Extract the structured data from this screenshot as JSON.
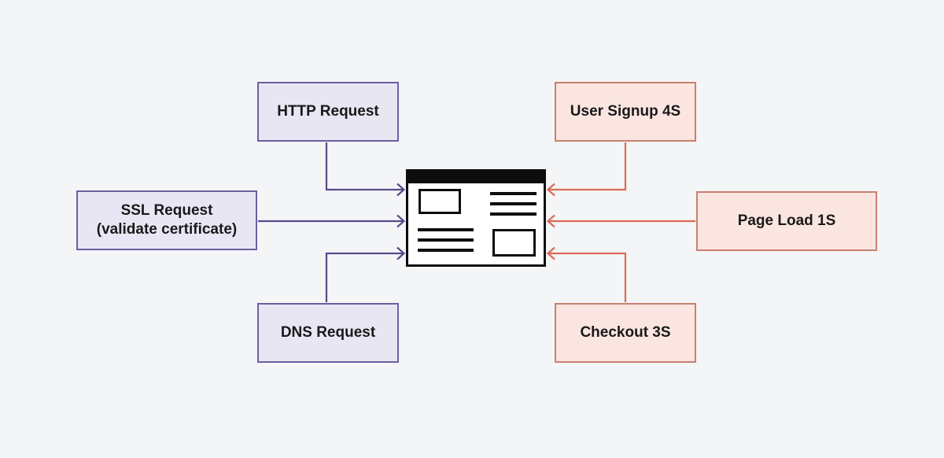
{
  "colors": {
    "background": "#f4f5f7",
    "text": "#191919",
    "purple-fill": "#e9e6f3",
    "purple-border": "#6c5fa0",
    "purple-line": "#584c8a",
    "pink-fill": "#fbe5e1",
    "pink-border": "#c9806f",
    "pink-line": "#d96b58",
    "icon-black": "#0d0d0d",
    "icon-bg": "#ffffff"
  },
  "diagram": {
    "center_icon": "browser-window-icon",
    "left_nodes": [
      {
        "id": "http-request",
        "label": "HTTP Request"
      },
      {
        "id": "ssl-request",
        "label": "SSL Request\n(validate certificate)"
      },
      {
        "id": "dns-request",
        "label": "DNS Request"
      }
    ],
    "right_nodes": [
      {
        "id": "user-signup",
        "label": "User Signup 4S"
      },
      {
        "id": "page-load",
        "label": "Page Load 1S"
      },
      {
        "id": "checkout",
        "label": "Checkout 3S"
      }
    ]
  }
}
